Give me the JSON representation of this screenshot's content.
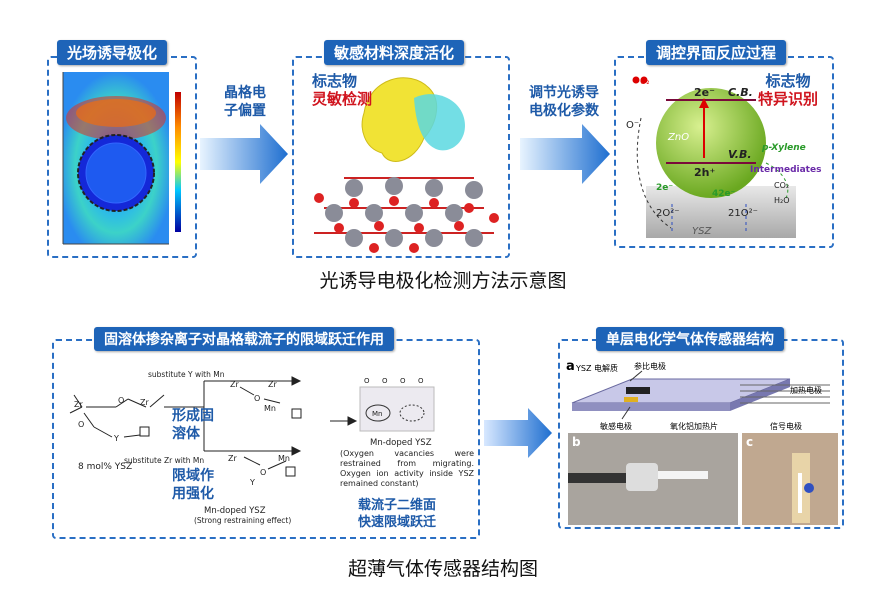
{
  "top": {
    "panel1": {
      "title": "光场诱导极化"
    },
    "arrow1": {
      "text_line1": "晶格电",
      "text_line2": "子偏置"
    },
    "panel2": {
      "title": "敏感材料深度活化",
      "label_line1": "标志物",
      "label_line2": "灵敏检测"
    },
    "arrow2": {
      "text_line1": "调节光诱导",
      "text_line2": "电极化参数"
    },
    "panel3": {
      "title": "调控界面反应过程",
      "label_line1": "标志物",
      "label_line2": "特异识别",
      "o2": "O₂",
      "o_minus": "O⁻",
      "e2": "2e⁻",
      "cb": "C.B.",
      "zno": "ZnO",
      "vb": "V.B.",
      "h2": "2h⁺",
      "xylene": "p-Xylene",
      "intermediates": "Intermediates",
      "e2b": "2e⁻",
      "e42": "42e⁻",
      "co2": "CO₂",
      "h2o": "H₂O",
      "o2minus": "2O²⁻",
      "o21": "21O²⁻",
      "ysz": "YSZ"
    },
    "caption": "光诱导电极化检测方法示意图"
  },
  "bottom": {
    "panel4": {
      "title": "固溶体掺杂离子对晶格载流子的限域跃迁作用",
      "ysz_label": "8 mol% YSZ",
      "sub_y": "substitute Y with Mn",
      "sub_zr": "substitute Zr with Mn",
      "solid_line1": "形成固",
      "solid_line2": "溶体",
      "confine_line1": "限域作",
      "confine_line2": "用强化",
      "mn_ysz_left": "Mn-doped YSZ",
      "strong": "(Strong restraining effect)",
      "mn_ysz_right": "Mn-doped YSZ",
      "note": "(Oxygen vacancies were restrained from migrating. Oxygen ion activity inside YSZ remained constant)",
      "carrier_line1": "载流子二维面",
      "carrier_line2": "快速限域跃迁",
      "zr": "Zr",
      "o": "O",
      "y": "Y",
      "mn": "Mn"
    },
    "panel5": {
      "title": "单层电化学气体传感器结构",
      "a": "a",
      "electrolyte": "YSZ 电解质",
      "ref": "参比电极",
      "heat": "加热电极",
      "sense": "敏感电极",
      "heater_plate": "氧化铝加热片",
      "signal": "信号电极",
      "b": "b",
      "c": "c"
    },
    "caption": "超薄气体传感器结构图"
  }
}
